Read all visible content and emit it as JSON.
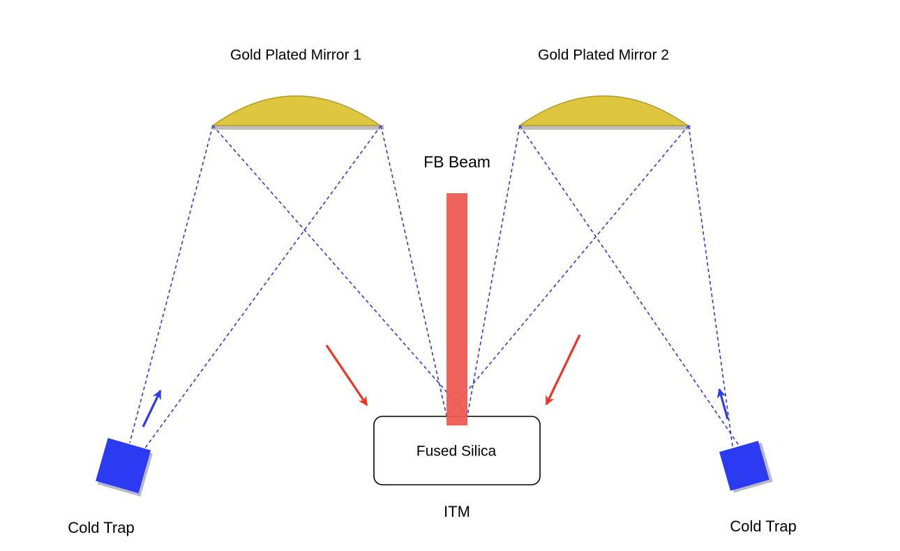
{
  "labels": {
    "mirror_left": "Gold Plated Mirror 1",
    "mirror_right": "Gold Plated Mirror 2",
    "beam": "FB Beam",
    "substrate": "Fused Silica",
    "itm": "ITM",
    "cold_trap_left": "Cold Trap",
    "cold_trap_right": "Cold Trap"
  },
  "colors": {
    "mirror_fill": "#DFC63F",
    "mirror_edge": "#B29A2A",
    "mirror_base": "#BDBDBD",
    "beam": "#EE5A50",
    "ray": "#3333DD",
    "red_arrow": "#EE3322",
    "blue_arrow": "#2B3BF0",
    "cold_trap": "#2A3BF2",
    "cold_trap_shadow": "#B8B8C8",
    "box_stroke": "#000000"
  }
}
